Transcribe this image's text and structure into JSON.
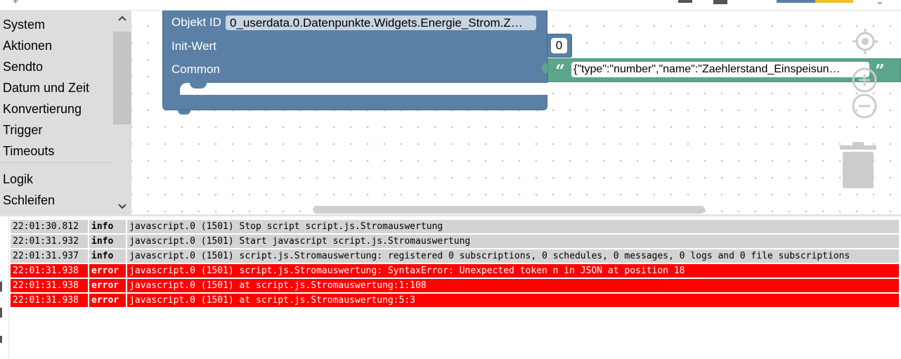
{
  "toolbox": {
    "categories": [
      "System",
      "Aktionen",
      "Sendto",
      "Datum und Zeit",
      "Konvertierung",
      "Trigger",
      "Timeouts",
      "Logik",
      "Schleifen"
    ]
  },
  "block": {
    "object_id_label": "Objekt ID",
    "object_id_value": "0_userdata.0.Datenpunkte.Widgets.Energie_Strom.Z…",
    "init_label": "Init-Wert",
    "init_value": "0",
    "common_label": "Common",
    "common_value": "{\"type\":\"number\",\"name\":\"Zaehlerstand_Einspeisun…",
    "quote_open": "“",
    "quote_close": "”"
  },
  "log": {
    "rows": [
      {
        "time": "22:01:30.812",
        "level": "info",
        "message": "javascript.0 (1501) Stop script script.js.Stromauswertung"
      },
      {
        "time": "22:01:31.932",
        "level": "info",
        "message": "javascript.0 (1501) Start javascript script.js.Stromauswertung"
      },
      {
        "time": "22:01:31.937",
        "level": "info",
        "message": "javascript.0 (1501) script.js.Stromauswertung: registered 0 subscriptions, 0 schedules, 0 messages, 0 logs and 0 file subscriptions"
      },
      {
        "time": "22:01:31.938",
        "level": "error",
        "message": "javascript.0 (1501) script.js.Stromauswertung: SyntaxError: Unexpected token n in JSON at position 18"
      },
      {
        "time": "22:01:31.938",
        "level": "error",
        "message": "javascript.0 (1501) at script.js.Stromauswertung:1:108"
      },
      {
        "time": "22:01:31.938",
        "level": "error",
        "message": "javascript.0 (1501) at script.js.Stromauswertung:5:3"
      }
    ]
  },
  "colors": {
    "block_blue": "#5b80a5",
    "block_green": "#5ba58c",
    "error_red": "#ff0000",
    "info_gray": "#d3d3d3"
  },
  "icons": {
    "recenter": "crosshair-icon",
    "zoom_in": "zoom-in-icon",
    "zoom_out": "zoom-out-icon",
    "trash": "trash-icon"
  }
}
